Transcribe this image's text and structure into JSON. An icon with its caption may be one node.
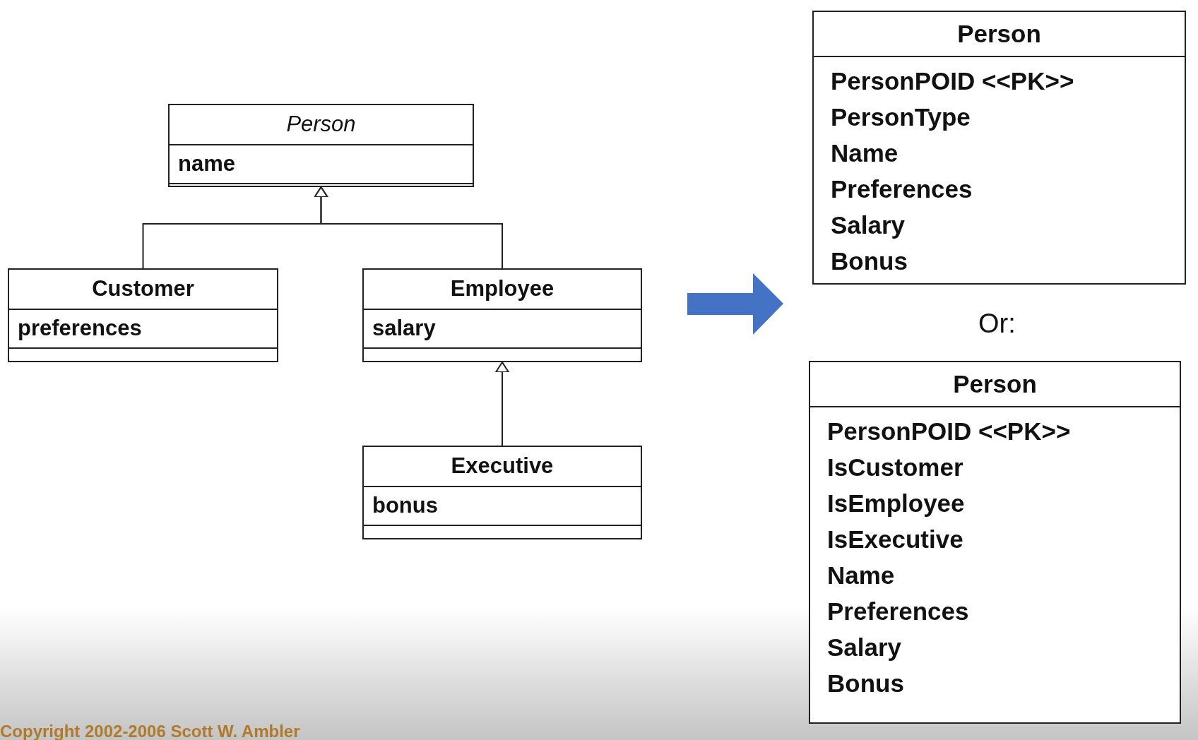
{
  "diagram": {
    "nodes": [
      {
        "text": [
          "Person",
          "name"
        ]
      },
      {
        "text": [
          "Customer",
          "preferences"
        ]
      },
      {
        "text": [
          "Employee",
          "salary"
        ]
      },
      {
        "text": [
          "Executive",
          "bonus"
        ]
      },
      {
        "text": [
          "Person",
          "PersonPOID <<PK>>",
          "PersonType",
          "Name",
          "Preferences",
          "Salary",
          "Bonus"
        ]
      },
      {
        "text": [
          "Person",
          "PersonPOID <<PK>>",
          "IsCustomer",
          "IsEmployee",
          "IsExecutive",
          "Name",
          "Preferences",
          "Salary",
          "Bonus"
        ]
      }
    ],
    "edges": [
      {
        "from": 1,
        "to": 0,
        "arrow": "to"
      },
      {
        "from": 2,
        "to": 0,
        "arrow": "to"
      },
      {
        "from": 3,
        "to": 2,
        "arrow": "to"
      }
    ],
    "labels": [
      "Or:",
      "Copyright 2002-2006 Scott W. Ambler"
    ]
  }
}
